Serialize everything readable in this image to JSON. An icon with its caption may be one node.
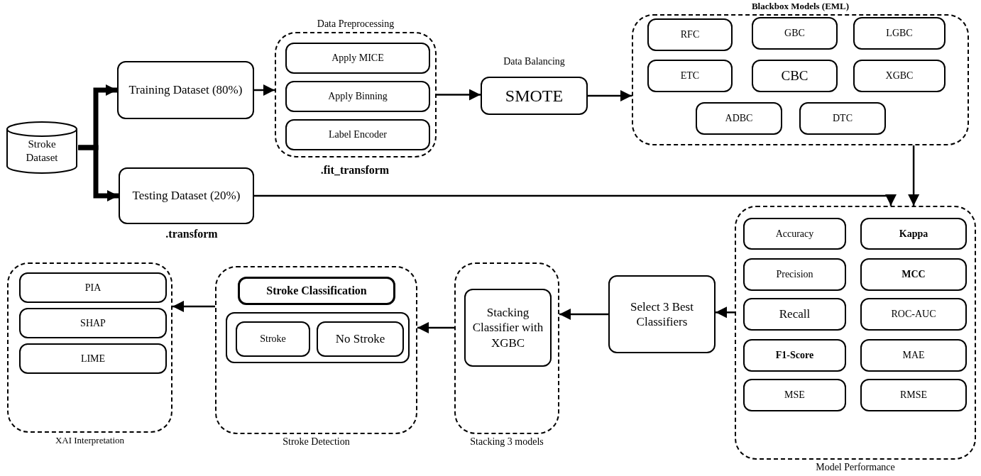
{
  "diagram": {
    "nodes": [
      {
        "text": [
          "Stroke Dataset"
        ]
      },
      {
        "text": [
          "Training Dataset (80%)"
        ]
      },
      {
        "text": [
          "Testing Dataset (20%)"
        ],
        "beside": [
          ".transform"
        ]
      },
      {
        "text": [
          "Data Preprocessing"
        ],
        "beside": [
          ".fit_transform"
        ]
      },
      {
        "text": [
          "Apply MICE"
        ],
        "in": 3
      },
      {
        "text": [
          "Apply Binning"
        ],
        "in": 3
      },
      {
        "text": [
          "Label Encoder"
        ],
        "in": 3
      },
      {
        "text": [
          "SMOTE"
        ],
        "beside": [
          "Data Balancing"
        ]
      },
      {
        "text": [
          "Blackbox Models (EML)"
        ]
      },
      {
        "text": [
          "RFC"
        ],
        "in": 8
      },
      {
        "text": [
          "GBC"
        ],
        "in": 8
      },
      {
        "text": [
          "LGBC"
        ],
        "in": 8
      },
      {
        "text": [
          "ETC"
        ],
        "in": 8
      },
      {
        "text": [
          "CBC"
        ],
        "in": 8
      },
      {
        "text": [
          "XGBC"
        ],
        "in": 8
      },
      {
        "text": [
          "ADBC"
        ],
        "in": 8
      },
      {
        "text": [
          "DTC"
        ],
        "in": 8
      },
      {
        "text": [
          "Model Performance"
        ]
      },
      {
        "text": [
          "Accuracy"
        ],
        "in": 17
      },
      {
        "text": [
          "Kappa"
        ],
        "in": 17
      },
      {
        "text": [
          "Precision"
        ],
        "in": 17
      },
      {
        "text": [
          "MCC"
        ],
        "in": 17
      },
      {
        "text": [
          "Recall"
        ],
        "in": 17
      },
      {
        "text": [
          "ROC-AUC"
        ],
        "in": 17
      },
      {
        "text": [
          "F1-Score"
        ],
        "in": 17
      },
      {
        "text": [
          "MAE"
        ],
        "in": 17
      },
      {
        "text": [
          "MSE"
        ],
        "in": 17
      },
      {
        "text": [
          "RMSE"
        ],
        "in": 17
      },
      {
        "text": [
          "Select 3 Best Classifiers"
        ]
      },
      {
        "text": [
          "Stacking 3 models"
        ]
      },
      {
        "text": [
          "Stacking Classifier with XGBC"
        ],
        "in": 29
      },
      {
        "text": [
          "Stroke Detection"
        ]
      },
      {
        "text": [
          "Stroke Classification"
        ],
        "in": 31
      },
      {
        "text": [],
        "shape": "box",
        "in": 31
      },
      {
        "text": [
          "Stroke"
        ],
        "in": 33
      },
      {
        "text": [
          "No Stroke"
        ],
        "in": 33
      },
      {
        "text": [
          "XAI Interpretation"
        ]
      },
      {
        "text": [
          "PIA"
        ],
        "in": 36
      },
      {
        "text": [
          "SHAP"
        ],
        "in": 36
      },
      {
        "text": [
          "LIME"
        ],
        "in": 36
      }
    ],
    "edges": [
      {
        "from": 0,
        "to": 1,
        "arrow": "to",
        "style": "thick"
      },
      {
        "from": 0,
        "to": 2,
        "arrow": "to",
        "style": "thick"
      },
      {
        "from": 1,
        "to": 3,
        "arrow": "to"
      },
      {
        "from": 3,
        "to": 7,
        "arrow": "to"
      },
      {
        "from": 7,
        "to": 8,
        "arrow": "to"
      },
      {
        "from": 2,
        "to": 17,
        "arrow": "to"
      },
      {
        "from": 8,
        "to": 17,
        "arrow": "to"
      },
      {
        "from": 17,
        "to": 28,
        "arrow": "to"
      },
      {
        "from": 28,
        "to": 29,
        "arrow": "to"
      },
      {
        "from": 29,
        "to": 31,
        "arrow": "to"
      },
      {
        "from": 31,
        "to": 36,
        "arrow": "to"
      }
    ]
  }
}
